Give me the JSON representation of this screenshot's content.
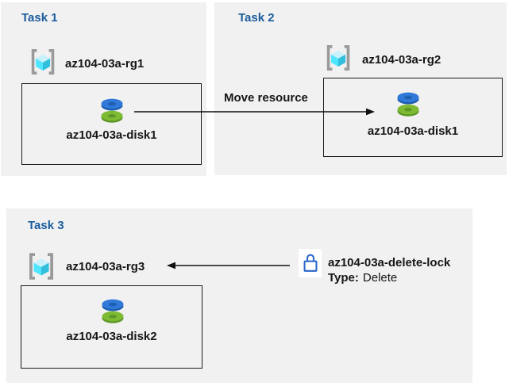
{
  "panels": [
    {
      "title": "Task 1",
      "rg_label": "az104-03a-rg1",
      "resource_label": "az104-03a-disk1"
    },
    {
      "title": "Task 2",
      "rg_label": "az104-03a-rg2",
      "resource_label": "az104-03a-disk1"
    },
    {
      "title": "Task 3",
      "rg_label": "az104-03a-rg3",
      "resource_label": "az104-03a-disk2"
    }
  ],
  "move_arrow": {
    "label": "Move resource"
  },
  "lock": {
    "name": "az104-03a-delete-lock",
    "type_label": "Type:",
    "type_value": "Delete"
  },
  "icons": {
    "resource_group": "resource-group-icon",
    "disk": "disk-icon",
    "lock": "lock-icon"
  },
  "colors": {
    "panel_bg": "#f1f1f2",
    "title_text": "#1b5c9c",
    "label_text": "#161616",
    "arrow": "#111111",
    "box_border": "#1a1a1a",
    "lock_stroke": "#2766cc",
    "disk_blue": "#3079d8",
    "disk_blue_dark": "#1d5fb0",
    "disk_green": "#7fba33",
    "disk_green_dark": "#5d9827",
    "cube_top": "#c9f1fb",
    "cube_left": "#50e6ff",
    "cube_right": "#32bedd",
    "bracket_gray": "#9a9a9a"
  }
}
